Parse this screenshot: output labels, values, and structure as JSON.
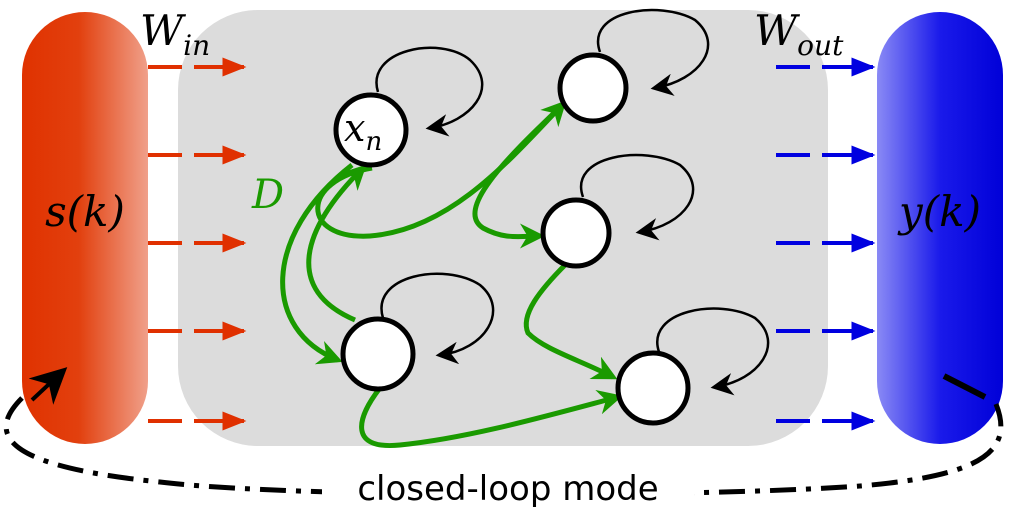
{
  "input_label": "s(k)",
  "output_label": "y(k)",
  "win_label": {
    "base": "W",
    "sub": "in"
  },
  "wout_label": {
    "base": "W",
    "sub": "out"
  },
  "node_label": {
    "base": "x",
    "sub": "n"
  },
  "coupling_label": "D",
  "loop_label": "closed-loop mode",
  "colors": {
    "input": "#e03000",
    "output": "#0000e0",
    "reservoir": "#dcdcdc",
    "coupling": "#1a9a00",
    "loop": "#000000"
  }
}
